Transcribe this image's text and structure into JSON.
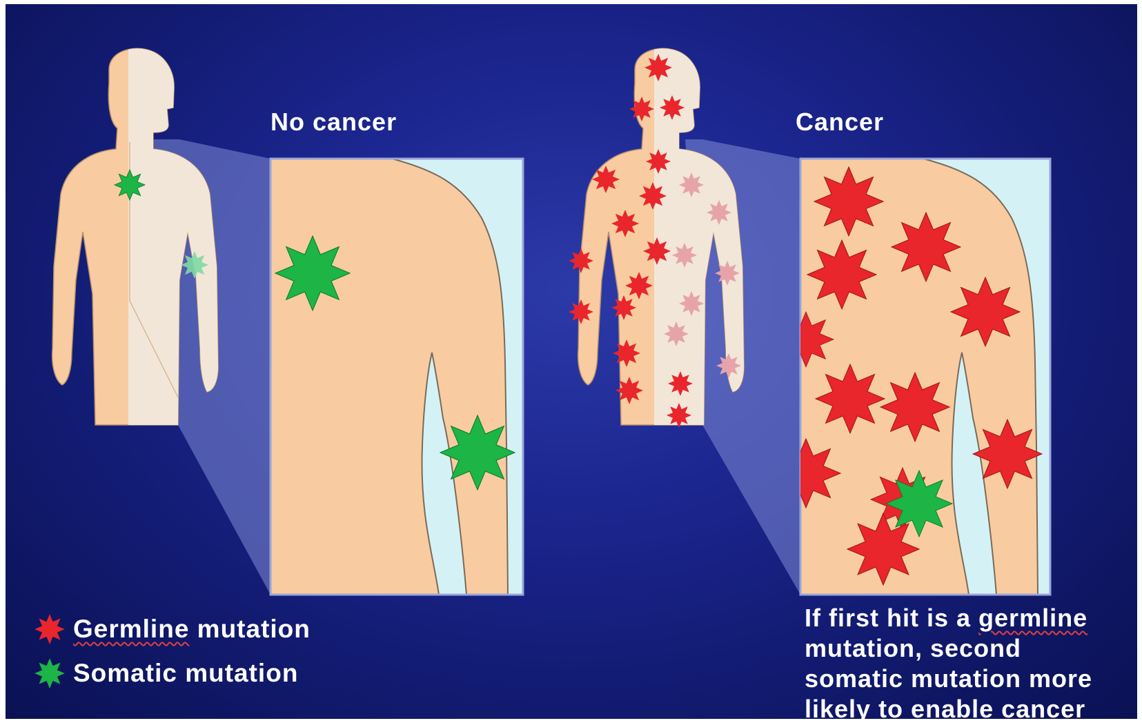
{
  "panels": {
    "left_title": "No cancer",
    "right_title": "Cancer"
  },
  "legend": {
    "germline_prefix": "Germline",
    "germline_suffix": " mutation",
    "somatic": "Somatic mutation",
    "germline_color": "#e8262b",
    "somatic_color": "#1db546"
  },
  "caption": {
    "line1_prefix": "If first hit is a ",
    "line1_underlined": "germline",
    "line2": "mutation, second",
    "line3": "somatic mutation more",
    "line4": "likely to enable cancer"
  },
  "colors": {
    "background": "#1c2690",
    "skin": "#f8cca0",
    "skin_pale": "#f2e6d8",
    "sky": "#d4f2f6"
  }
}
